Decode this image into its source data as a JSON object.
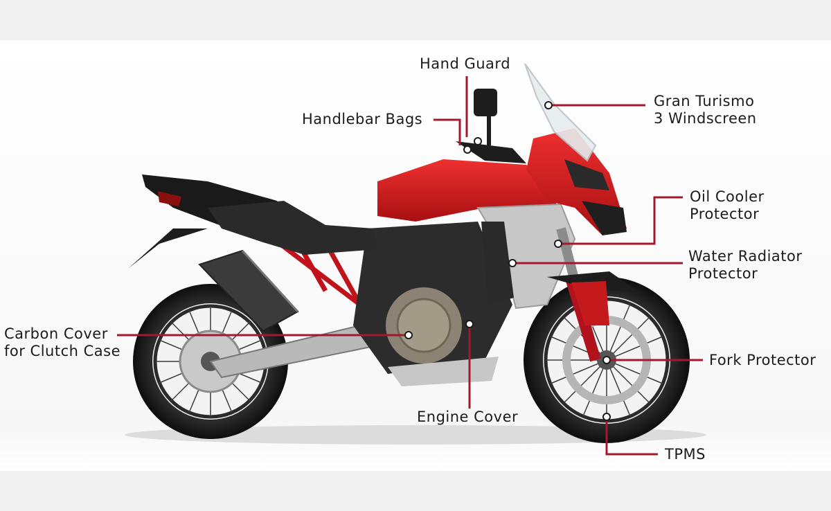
{
  "callouts": {
    "hand_guard": {
      "line1": "Hand Guard"
    },
    "handlebar_bags": {
      "line1": "Handlebar Bags"
    },
    "windscreen": {
      "line1": "Gran Turismo",
      "line2": "3 Windscreen"
    },
    "oil_cooler": {
      "line1": "Oil Cooler",
      "line2": "Protector"
    },
    "water_radiator": {
      "line1": "Water Radiator",
      "line2": "Protector"
    },
    "carbon_cover": {
      "line1": "Carbon Cover",
      "line2": "for Clutch Case"
    },
    "fork_protector": {
      "line1": "Fork Protector"
    },
    "engine_cover": {
      "line1": "Engine Cover"
    },
    "tpms": {
      "line1": "TPMS"
    }
  },
  "colors": {
    "leader_line": "#a3192b",
    "bike_red": "#d21a1a",
    "label_text": "#1b1b1b"
  }
}
